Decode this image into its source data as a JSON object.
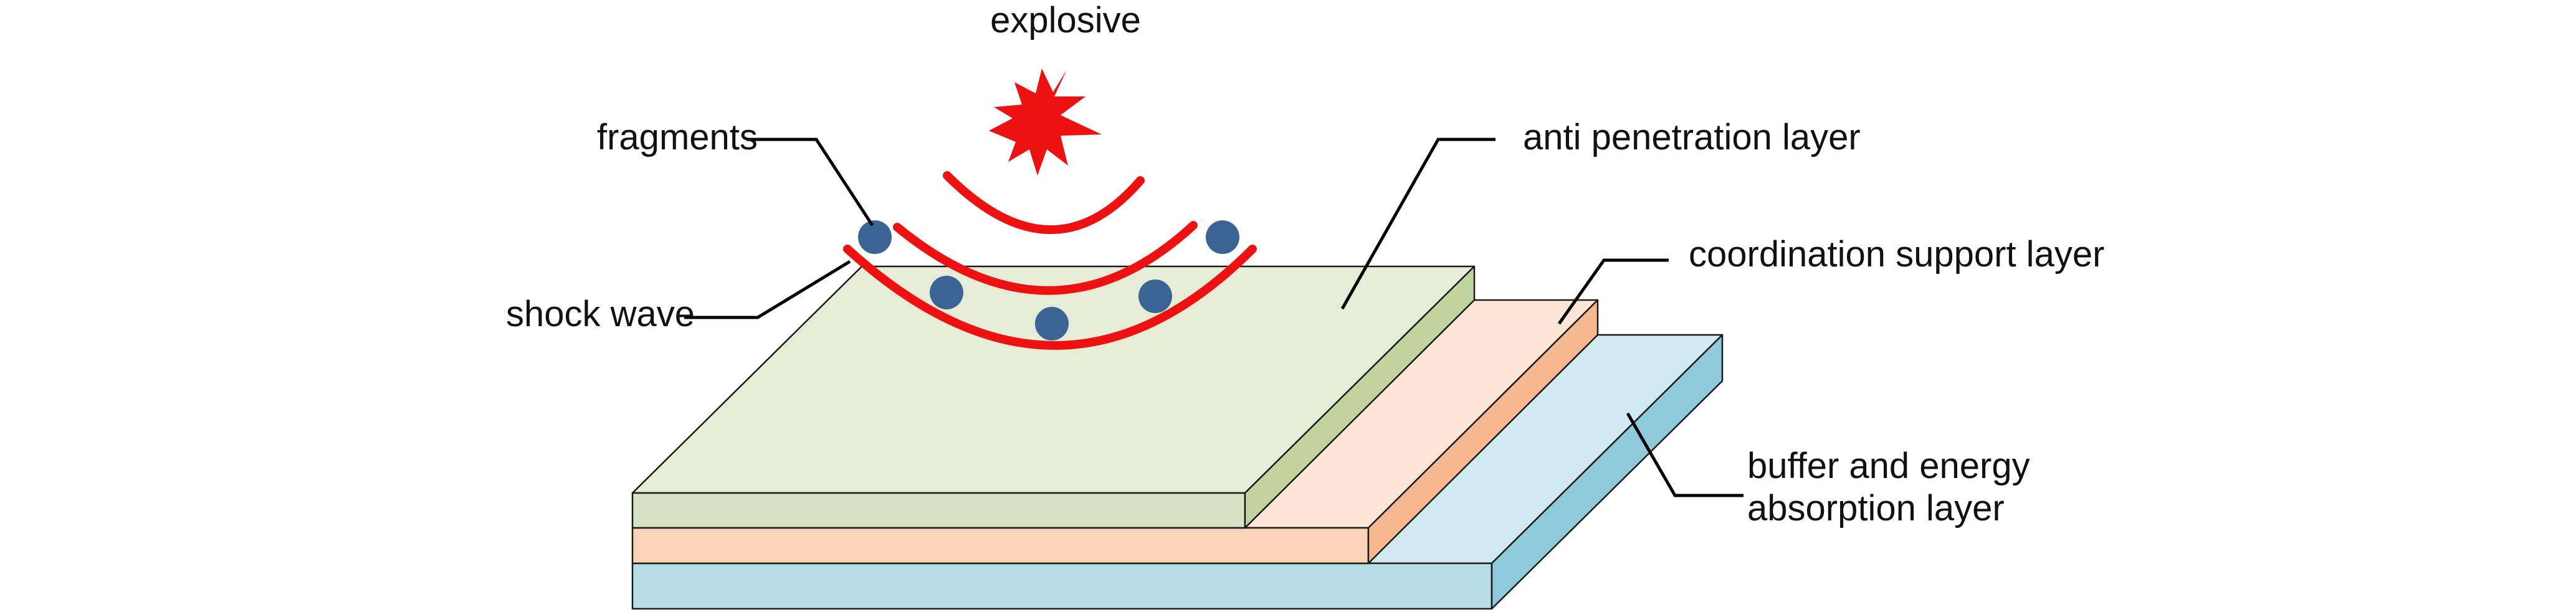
{
  "labels": {
    "explosive": "explosive",
    "fragments": "fragments",
    "shock_wave": "shock wave",
    "anti_penetration": "anti penetration layer",
    "coordination_support": "coordination support layer",
    "buffer_line1": "buffer and energy",
    "buffer_line2": "absorption layer"
  },
  "colors": {
    "wave": "#ee1111",
    "explosion": "#ee1111",
    "fragment": "#3a6494",
    "anti_top": "#e6ecd6",
    "anti_front": "#d8e2c2",
    "anti_side": "#c2d49e",
    "coord_top": "#fde5d8",
    "coord_front": "#fbd3b8",
    "coord_side": "#f6b88e",
    "buffer_top": "#d3e9f0",
    "buffer_front": "#b6dce8",
    "buffer_side": "#8fcadc"
  },
  "icons": {
    "explosion": "starburst-icon",
    "fragment": "circle-dot-icon"
  }
}
